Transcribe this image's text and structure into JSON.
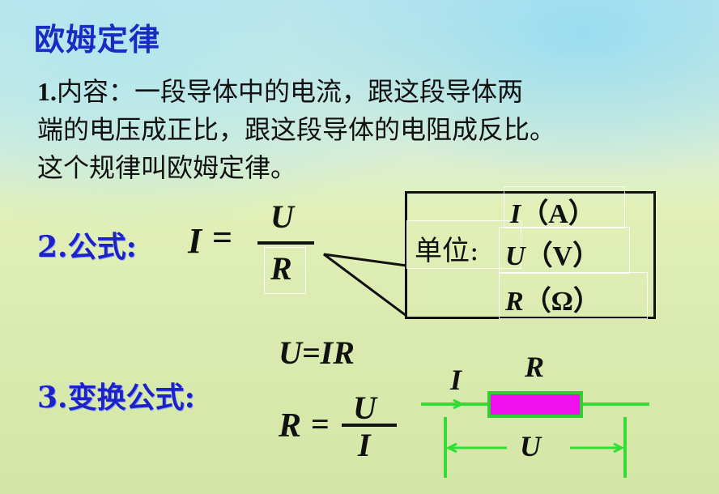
{
  "slide": {
    "title": "欧姆定律",
    "content": {
      "number": "1.",
      "lines": [
        "内容：一段导体中的电流，跟这段导体两",
        "端的电压成正比，跟这段导体的电阻成反比。",
        "这个规律叫欧姆定律。"
      ]
    },
    "formula_section": {
      "label": "2.公式:",
      "lhs": "I",
      "equals": "=",
      "numerator": "U",
      "denominator": "R"
    },
    "units_callout": {
      "label": "单位:",
      "items": [
        {
          "symbol": "I",
          "unit": "（A）"
        },
        {
          "symbol": "U",
          "unit": "（V）"
        },
        {
          "symbol": "R",
          "unit": "（Ω）"
        }
      ]
    },
    "transform_section": {
      "label": "3.变换公式:",
      "formula1": "U=IR",
      "formula2": {
        "lhs": "R",
        "equals": "=",
        "numerator": "U",
        "denominator": "I"
      }
    },
    "circuit_diagram": {
      "current_label": "I",
      "resistor_label": "R",
      "voltage_label": "U",
      "wire_color": "#33dd33",
      "resistor_color": "#ee11ee"
    }
  }
}
